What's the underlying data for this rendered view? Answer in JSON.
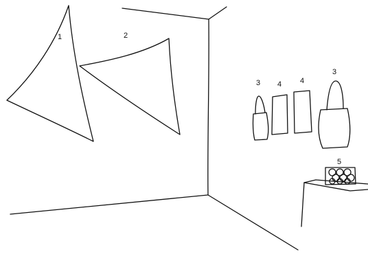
{
  "labels": {
    "sail_left": "1",
    "sail_right": "2",
    "bag_left": "3",
    "panel_left": "4",
    "panel_right": "4",
    "bag_right": "3",
    "shelf_object": "5"
  },
  "colors": {
    "line": "#111111",
    "background": "#ffffff"
  }
}
